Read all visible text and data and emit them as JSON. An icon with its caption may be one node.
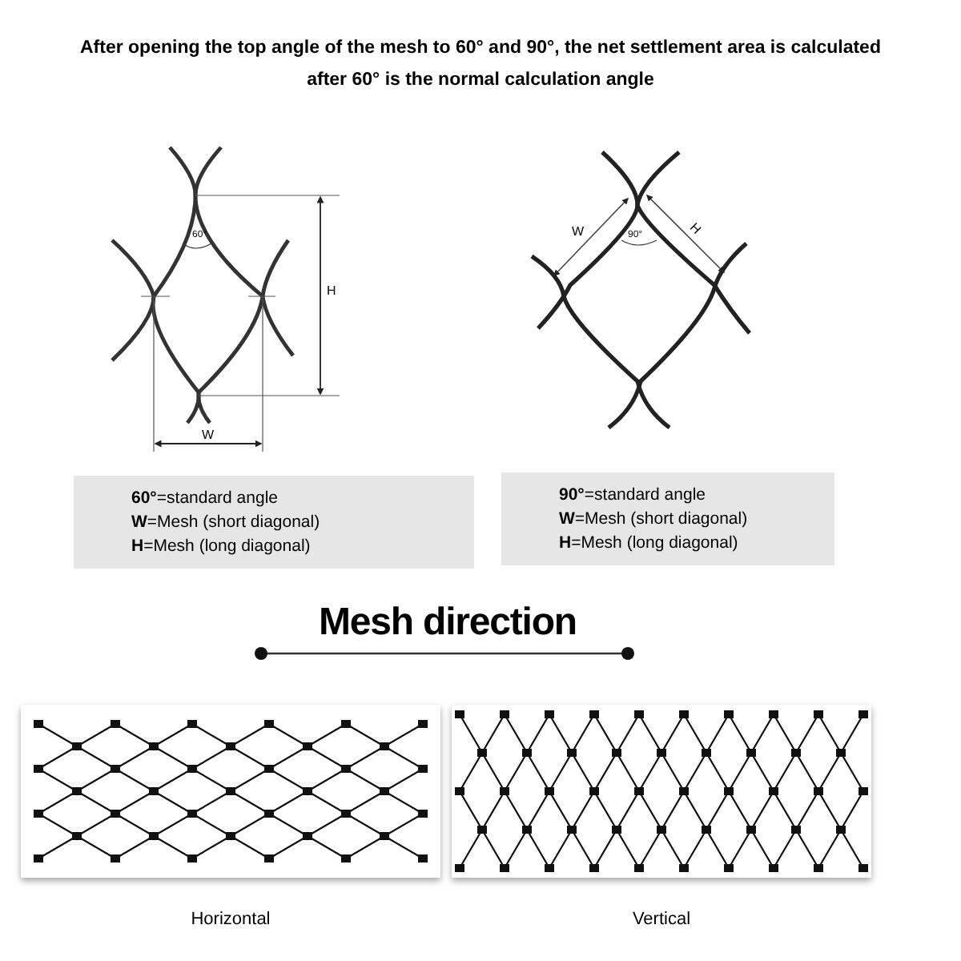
{
  "diagram": {
    "title": "After opening the top angle of the mesh to 60° and 90°, the net settlement area is calculated after 60° is the normal calculation angle",
    "nodes": [
      {
        "text": [
          "**60°**=standard angle",
          "**W**=Mesh (short diagonal)",
          "**H**=Mesh (long diagonal)"
        ]
      },
      {
        "text": [
          "**90°**=standard angle",
          "**W**=Mesh (short diagonal)",
          "**H**=Mesh (long diagonal)"
        ]
      },
      {
        "text": [],
        "shape": "picture",
        "beside": [
          "Horizontal"
        ]
      },
      {
        "text": [],
        "shape": "picture",
        "beside": [
          "Vertical"
        ]
      }
    ],
    "edges": [],
    "labels": [
      "60°",
      "H",
      "W",
      "90°",
      "W",
      "H",
      "Mesh direction"
    ]
  }
}
